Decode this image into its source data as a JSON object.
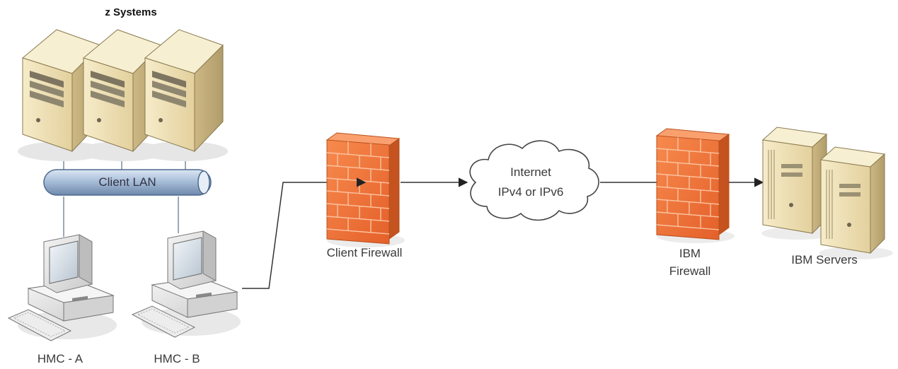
{
  "diagram": {
    "title": "z Systems",
    "lan_label": "Client LAN",
    "hmc_a_label": "HMC - A",
    "hmc_b_label": "HMC - B",
    "client_firewall_label": "Client Firewall",
    "internet_line1": "Internet",
    "internet_line2": "IPv4 or IPv6",
    "ibm_firewall_line1": "IBM",
    "ibm_firewall_line2": "Firewall",
    "ibm_servers_label": "IBM Servers"
  },
  "colors": {
    "server_body": "#ecdcaf",
    "lan_pipe": "#9bb3cf",
    "firewall_orange": "#f07a3a",
    "line": "#333333"
  }
}
